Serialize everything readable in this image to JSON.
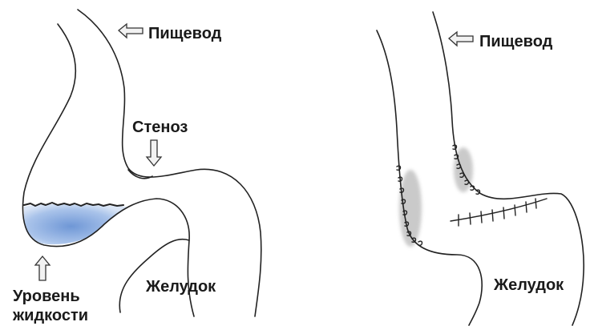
{
  "left_panel": {
    "esophagus_label": "Пищевод",
    "stenosis_label": "Стеноз",
    "stomach_label": "Желудок",
    "fluid_level_label_line1": "Уровень",
    "fluid_level_label_line2": "жидкости"
  },
  "right_panel": {
    "esophagus_label": "Пищевод",
    "stomach_label": "Желудок"
  },
  "colors": {
    "fluid": "#7fa6dd",
    "outline": "#222222",
    "suture_shadow": "#b8b8b8"
  }
}
